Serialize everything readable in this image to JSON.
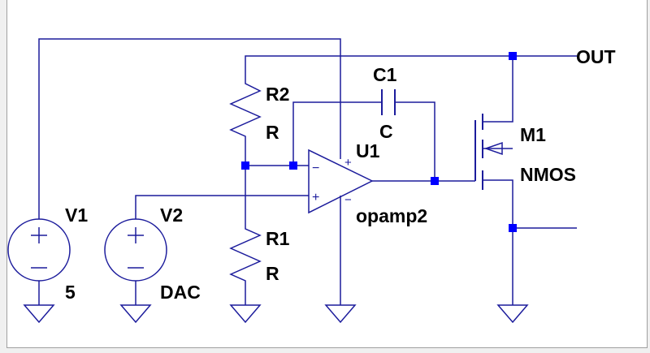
{
  "schematic": {
    "wire_color": "#1c1c9c",
    "node_color": "#0000ff",
    "background": "#ffffff",
    "labels": {
      "v1_name": "V1",
      "v1_value": "5",
      "v2_name": "V2",
      "v2_value": "DAC",
      "r2_name": "R2",
      "r2_value": "R",
      "r1_name": "R1",
      "r1_value": "R",
      "c1_name": "C1",
      "c1_value": "C",
      "u1_name": "U1",
      "u1_value": "opamp2",
      "m1_name": "M1",
      "m1_value": "NMOS",
      "out_net": "OUT"
    },
    "symbols": {
      "plus": "+",
      "minus": "−"
    }
  }
}
